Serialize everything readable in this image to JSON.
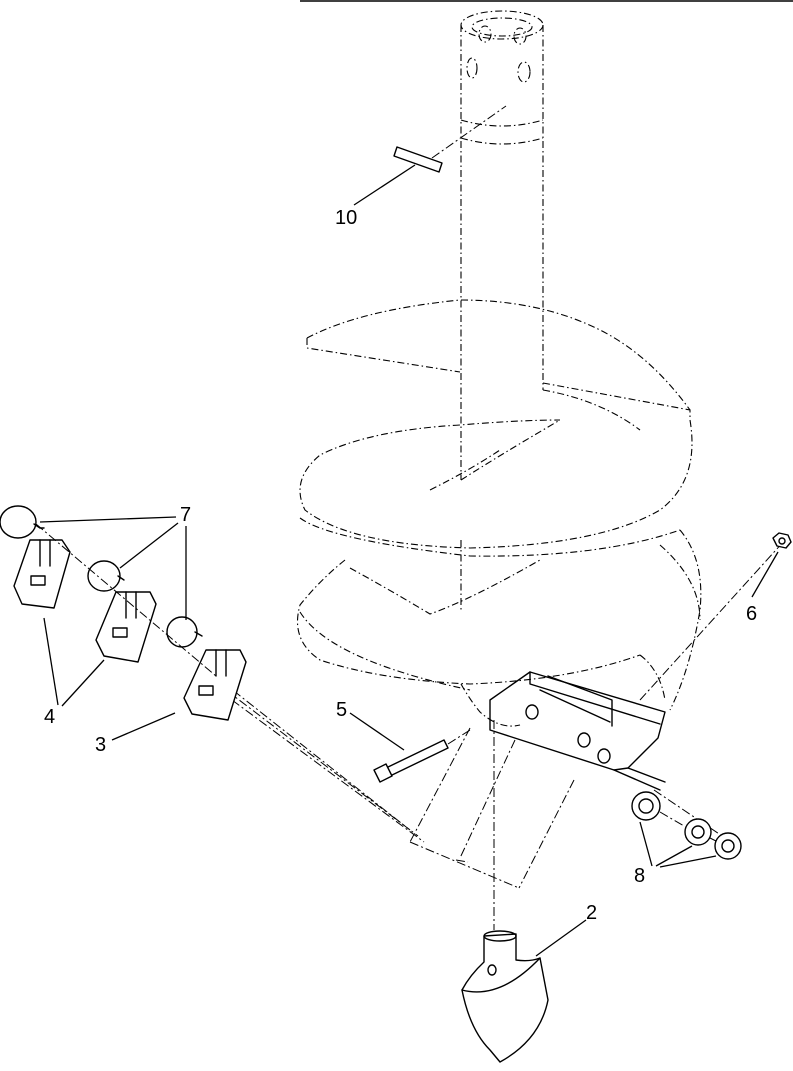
{
  "diagram": {
    "callouts": [
      {
        "id": "10",
        "label": "10"
      },
      {
        "id": "7",
        "label": "7"
      },
      {
        "id": "6",
        "label": "6"
      },
      {
        "id": "5",
        "label": "5"
      },
      {
        "id": "4",
        "label": "4"
      },
      {
        "id": "3",
        "label": "3"
      },
      {
        "id": "8",
        "label": "8"
      },
      {
        "id": "2",
        "label": "2"
      }
    ]
  }
}
